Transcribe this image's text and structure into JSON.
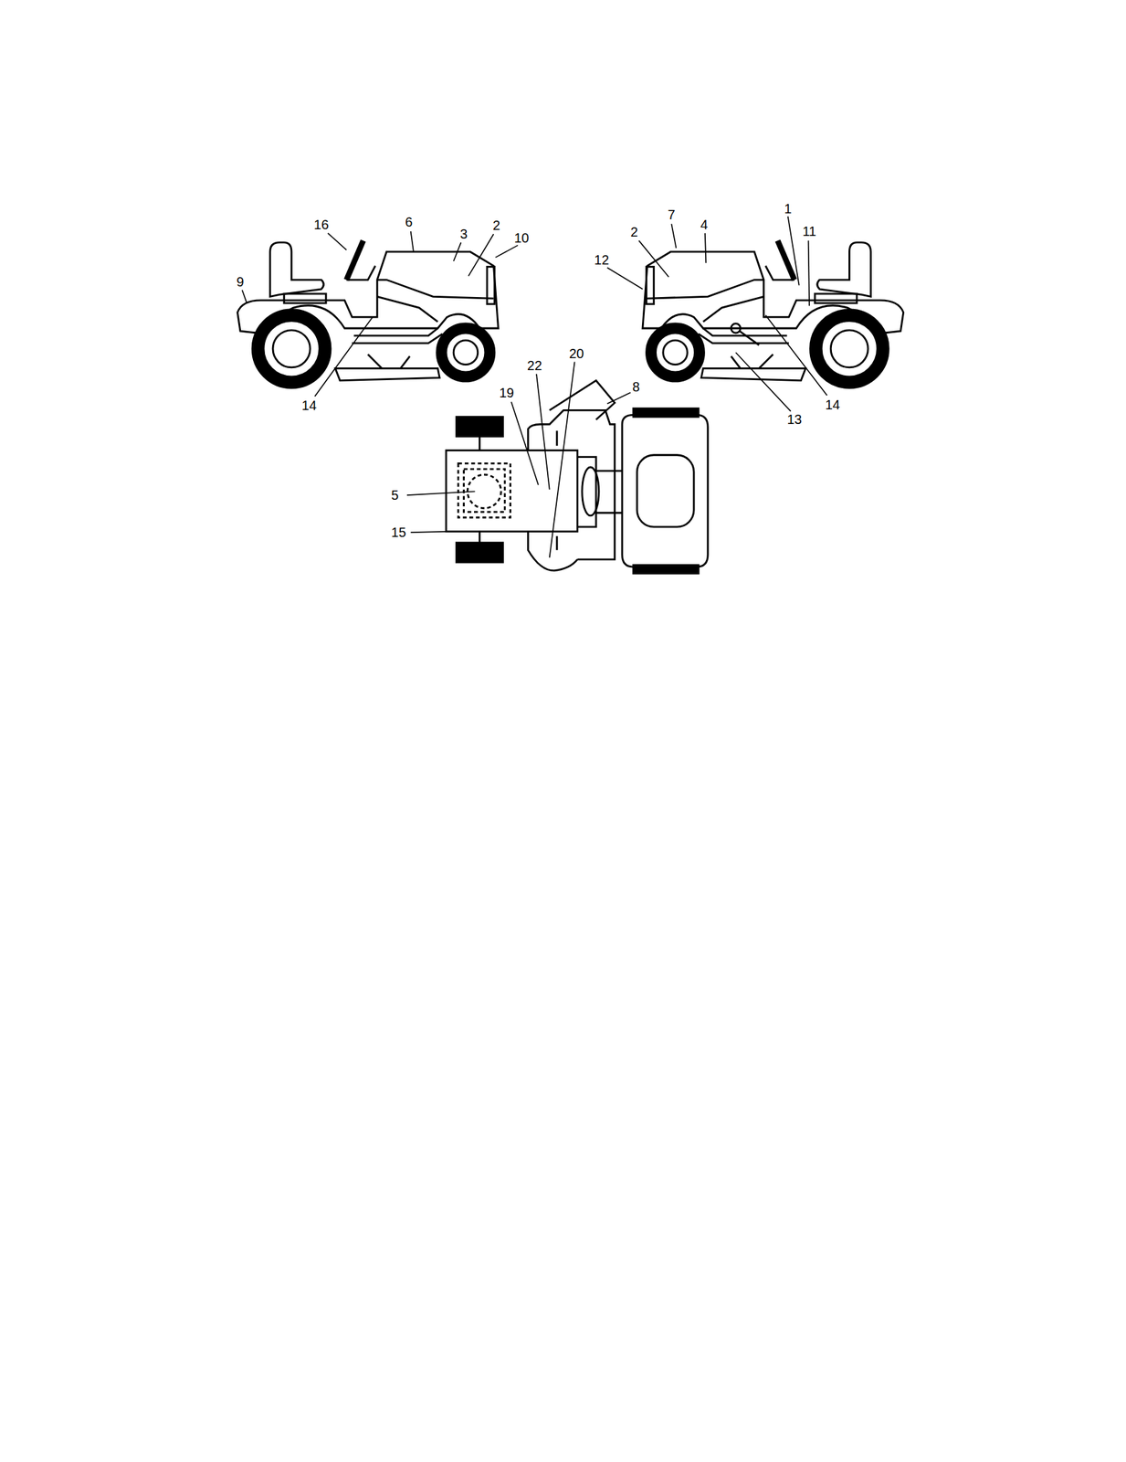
{
  "diagram": {
    "labels": [
      "16",
      "6",
      "3",
      "2",
      "10",
      "9",
      "14",
      "7",
      "4",
      "1",
      "2",
      "11",
      "12",
      "14",
      "13",
      "22",
      "20",
      "19",
      "8",
      "5",
      "15"
    ]
  }
}
